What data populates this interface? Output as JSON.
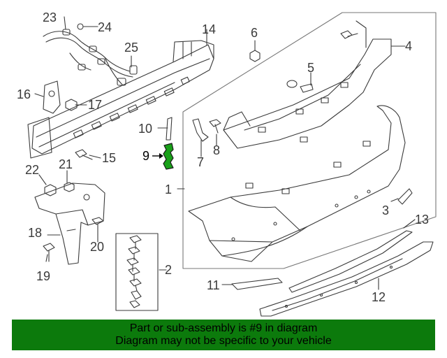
{
  "callouts": {
    "c1": "1",
    "c2": "2",
    "c3": "3",
    "c4": "4",
    "c5": "5",
    "c6": "6",
    "c7": "7",
    "c8": "8",
    "c9": "9",
    "c10": "10",
    "c11": "11",
    "c12": "12",
    "c13": "13",
    "c14": "14",
    "c15": "15",
    "c16": "16",
    "c17": "17",
    "c18": "18",
    "c19": "19",
    "c20": "20",
    "c21": "21",
    "c22": "22",
    "c23": "23",
    "c24": "24",
    "c25": "25"
  },
  "highlight_part": "9",
  "colors": {
    "highlight": "#19a019",
    "banner": "#0c7a0c",
    "line": "#3a3a3a"
  },
  "banner": {
    "line1": "Part or sub-assembly is #9 in diagram",
    "line2": "Diagram may not be specific to your vehicle"
  }
}
